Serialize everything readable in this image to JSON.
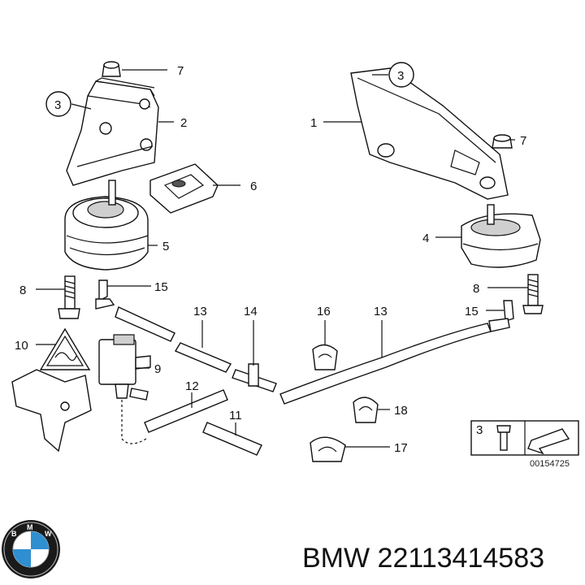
{
  "callouts": {
    "c1": "1",
    "c2": "2",
    "c3a": "3",
    "c3b": "3",
    "c4": "4",
    "c5": "5",
    "c6": "6",
    "c7a": "7",
    "c7b": "7",
    "c8a": "8",
    "c8b": "8",
    "c9": "9",
    "c10": "10",
    "c11": "11",
    "c12": "12",
    "c13a": "13",
    "c13b": "13",
    "c14": "14",
    "c15a": "15",
    "c15b": "15",
    "c16": "16",
    "c17": "17",
    "c18": "18"
  },
  "legend": {
    "item_number": "3",
    "reference": "00154725"
  },
  "footer": {
    "part_number": "BMW 22113414583",
    "logo": "bmw-roundel"
  },
  "colors": {
    "line": "#111111",
    "shade": "#cfcfcf",
    "logo_blue": "#2f8fd1"
  }
}
